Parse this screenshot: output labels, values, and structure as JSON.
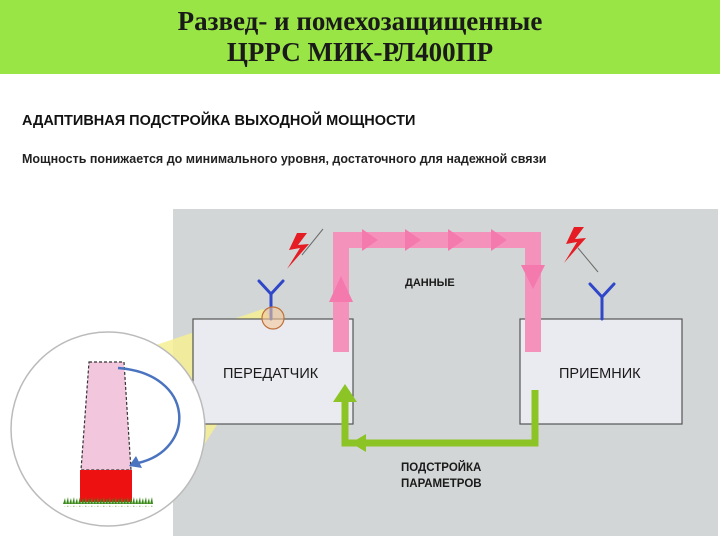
{
  "header": {
    "title_line1": "Развед- и помехозащищенные",
    "title_line2": "ЦРРС МИК-РЛ400ПР"
  },
  "section_title": "АДАПТИВНАЯ ПОДСТРОЙКА ВЫХОДНОЙ МОЩНОСТИ",
  "subtitle": "Мощность понижается до  минимального  уровня, достаточного для надежной связи",
  "diagram": {
    "transmitter_label": "ПЕРЕДАТЧИК",
    "receiver_label": "ПРИЕМНИК",
    "data_label": "ДАННЫЕ",
    "feedback_label_line1": "ПОДСТРОЙКА",
    "feedback_label_line2": "ПАРАМЕТРОВ"
  },
  "colors": {
    "header_bg": "#99e545",
    "panel_bg": "#d3d6d6",
    "data_arrow": "#f492bc",
    "feedback_arrow": "#8cc425",
    "antenna": "#2f47c8",
    "lightning": "#e51c23",
    "zoom_cone": "#f6ef93",
    "power_level_low": "#ee1111",
    "power_level_high": "#f2c6dc"
  }
}
